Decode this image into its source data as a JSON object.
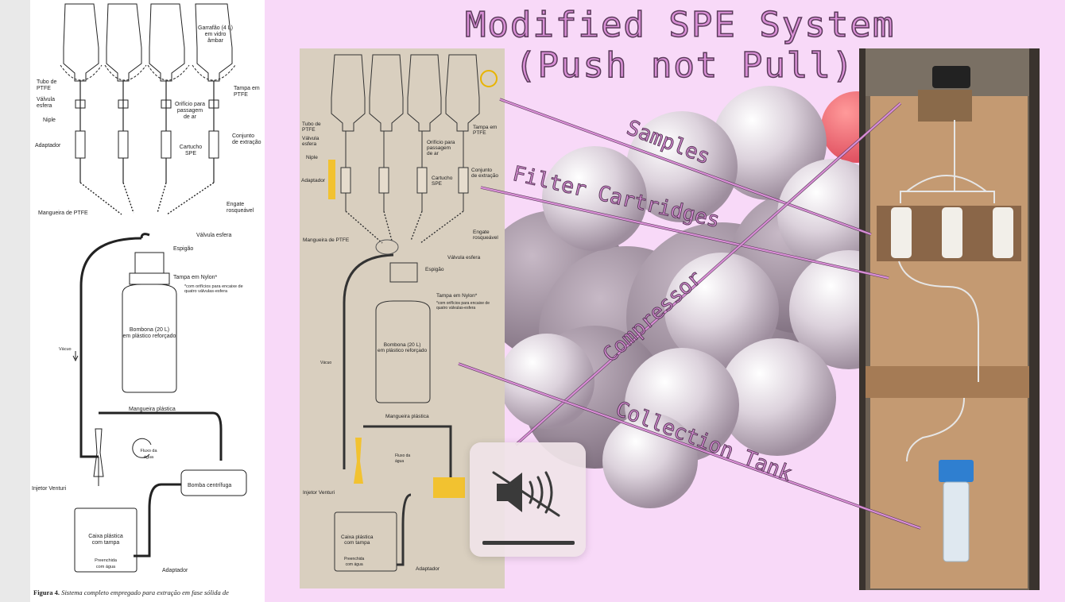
{
  "left_document": {
    "labels": {
      "garrafao": "Garrafão (4 L)\nem vidro\nâmbar",
      "tubo": "Tubo de\nPTFE",
      "tampa_ptfe": "Tampa em\nPTFE",
      "valvula": "Válvula\nesfera",
      "orificio": "Orifício para\npassagem\nde ar",
      "niple": "Niple",
      "adaptador": "Adaptador",
      "cartucho": "Cartucho\nSPE",
      "conjunto": "Conjunto\nde extração",
      "mangueira_ptfe": "Mangueira de PTFE",
      "engate": "Engate\nrosqueável",
      "valvula_esfera": "Válvula esfera",
      "espigao": "Espigão",
      "tampa_nylon": "Tampa em Nylon*",
      "nylon_note": "*com orifícios para encaixe de\nquatro válvulas-esfera",
      "bombona": "Bombona (20 L)\nem plástico reforçado",
      "vacuo": "Vácuo",
      "mangueira_plastica": "Mangueira plástica",
      "fluxo": "Fluxo da\nágua",
      "injetor": "Injetor Venturi",
      "bomba": "Bomba centrífuga",
      "caixa": "Caixa plástica\ncom tampa",
      "preenchida": "Preenchida\ncom água",
      "adaptador2": "Adaptador"
    },
    "caption_label": "Figura 4.",
    "caption_text": " Sistema completo empregado para extração em fase sólida de"
  },
  "slide": {
    "title_line1": "Modified SPE System",
    "title_line2": "(Push not Pull)",
    "callouts": {
      "samples": "Samples",
      "filter": "Filter Cartridges",
      "compressor": "Compressor",
      "collection": "Collection Tank"
    },
    "annotated_photo": {
      "labels": {
        "tubo": "Tubo de\nPTFE",
        "tampa_ptfe": "Tampa em\nPTFE",
        "valvula": "Válvula\nesfera",
        "orificio": "Orifício para\npassagem\nde ar",
        "niple": "Niple",
        "adaptador": "Adaptador",
        "cartucho": "Cartucho\nSPE",
        "conjunto": "Conjunto\nde extração",
        "mangueira_ptfe": "Mangueira de PTFE",
        "engate": "Engate\nrosqueável",
        "valvula_esfera": "Válvula esfera",
        "espigao": "Espigão",
        "tampa_nylon": "Tampa em Nylon*",
        "nylon_note": "*com orifícios para encaixe de\nquatro válvulas-esfera",
        "bombona": "Bombona (20 L)\nem plástico reforçado",
        "vacuo": "Vácuo",
        "mangueira_plastica": "Mangueira plástica",
        "fluxo": "Fluxo da\nágua",
        "injetor": "Injetor Venturi",
        "caixa": "Caixa plástica\ncom tampa",
        "preenchida": "Preenchida\ncom água",
        "adaptador2": "Adaptador"
      }
    },
    "volume_hud": {
      "icon": "speaker-muted-icon"
    }
  }
}
